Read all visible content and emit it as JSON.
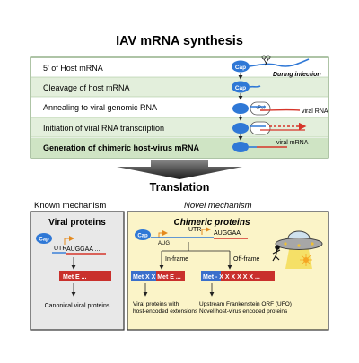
{
  "title": "IAV mRNA synthesis",
  "steps": [
    "5' of Host mRNA",
    "Cleavage of host mRNA",
    "Annealing to viral genomic RNA",
    "Initiation of viral RNA transcription",
    "Generation of chimeric host-virus mRNA"
  ],
  "step_annotations": {
    "cap": "Cap",
    "during_infection": "During infection",
    "viral_rna": "viral RNA",
    "vpol": "vPol",
    "viral_mrna": "viral mRNA"
  },
  "translation_label": "Translation",
  "known": {
    "heading": "Known mechanism",
    "box_title": "Viral proteins",
    "cap": "Cap",
    "utr": "UTR",
    "codons": "AUGGAA ...",
    "protein": "Met E ...",
    "caption": "Canonical viral proteins"
  },
  "novel": {
    "heading": "Novel mechanism",
    "box_title": "Chimeric proteins",
    "cap": "Cap",
    "utr": "UTR",
    "aug": "AUG",
    "codons": "AUGGAA",
    "in_frame": "In-frame",
    "off_frame": "Off-frame",
    "protein_in": "Met X X Met E ...",
    "protein_off": "Met - X X X X X X ...",
    "caption_in_1": "Viral proteins with",
    "caption_in_2": "host-encoded extensions",
    "caption_off_1": "Upstream Frankenstein ORF (UFO)",
    "caption_off_2": "Novel host-virus encoded proteins"
  },
  "colors": {
    "step_band": "#e3efdc",
    "step_border": "#5d8a4e",
    "cap_blue": "#2f78d6",
    "viral_red": "#d6352a",
    "host_red_protein": "#c9302c",
    "host_blue_protein": "#3a6fcb",
    "known_bg": "#e8e8e8",
    "novel_bg": "#fbf4c8",
    "border_dark": "#333333",
    "arrow_gray": "#6a6a6a"
  }
}
